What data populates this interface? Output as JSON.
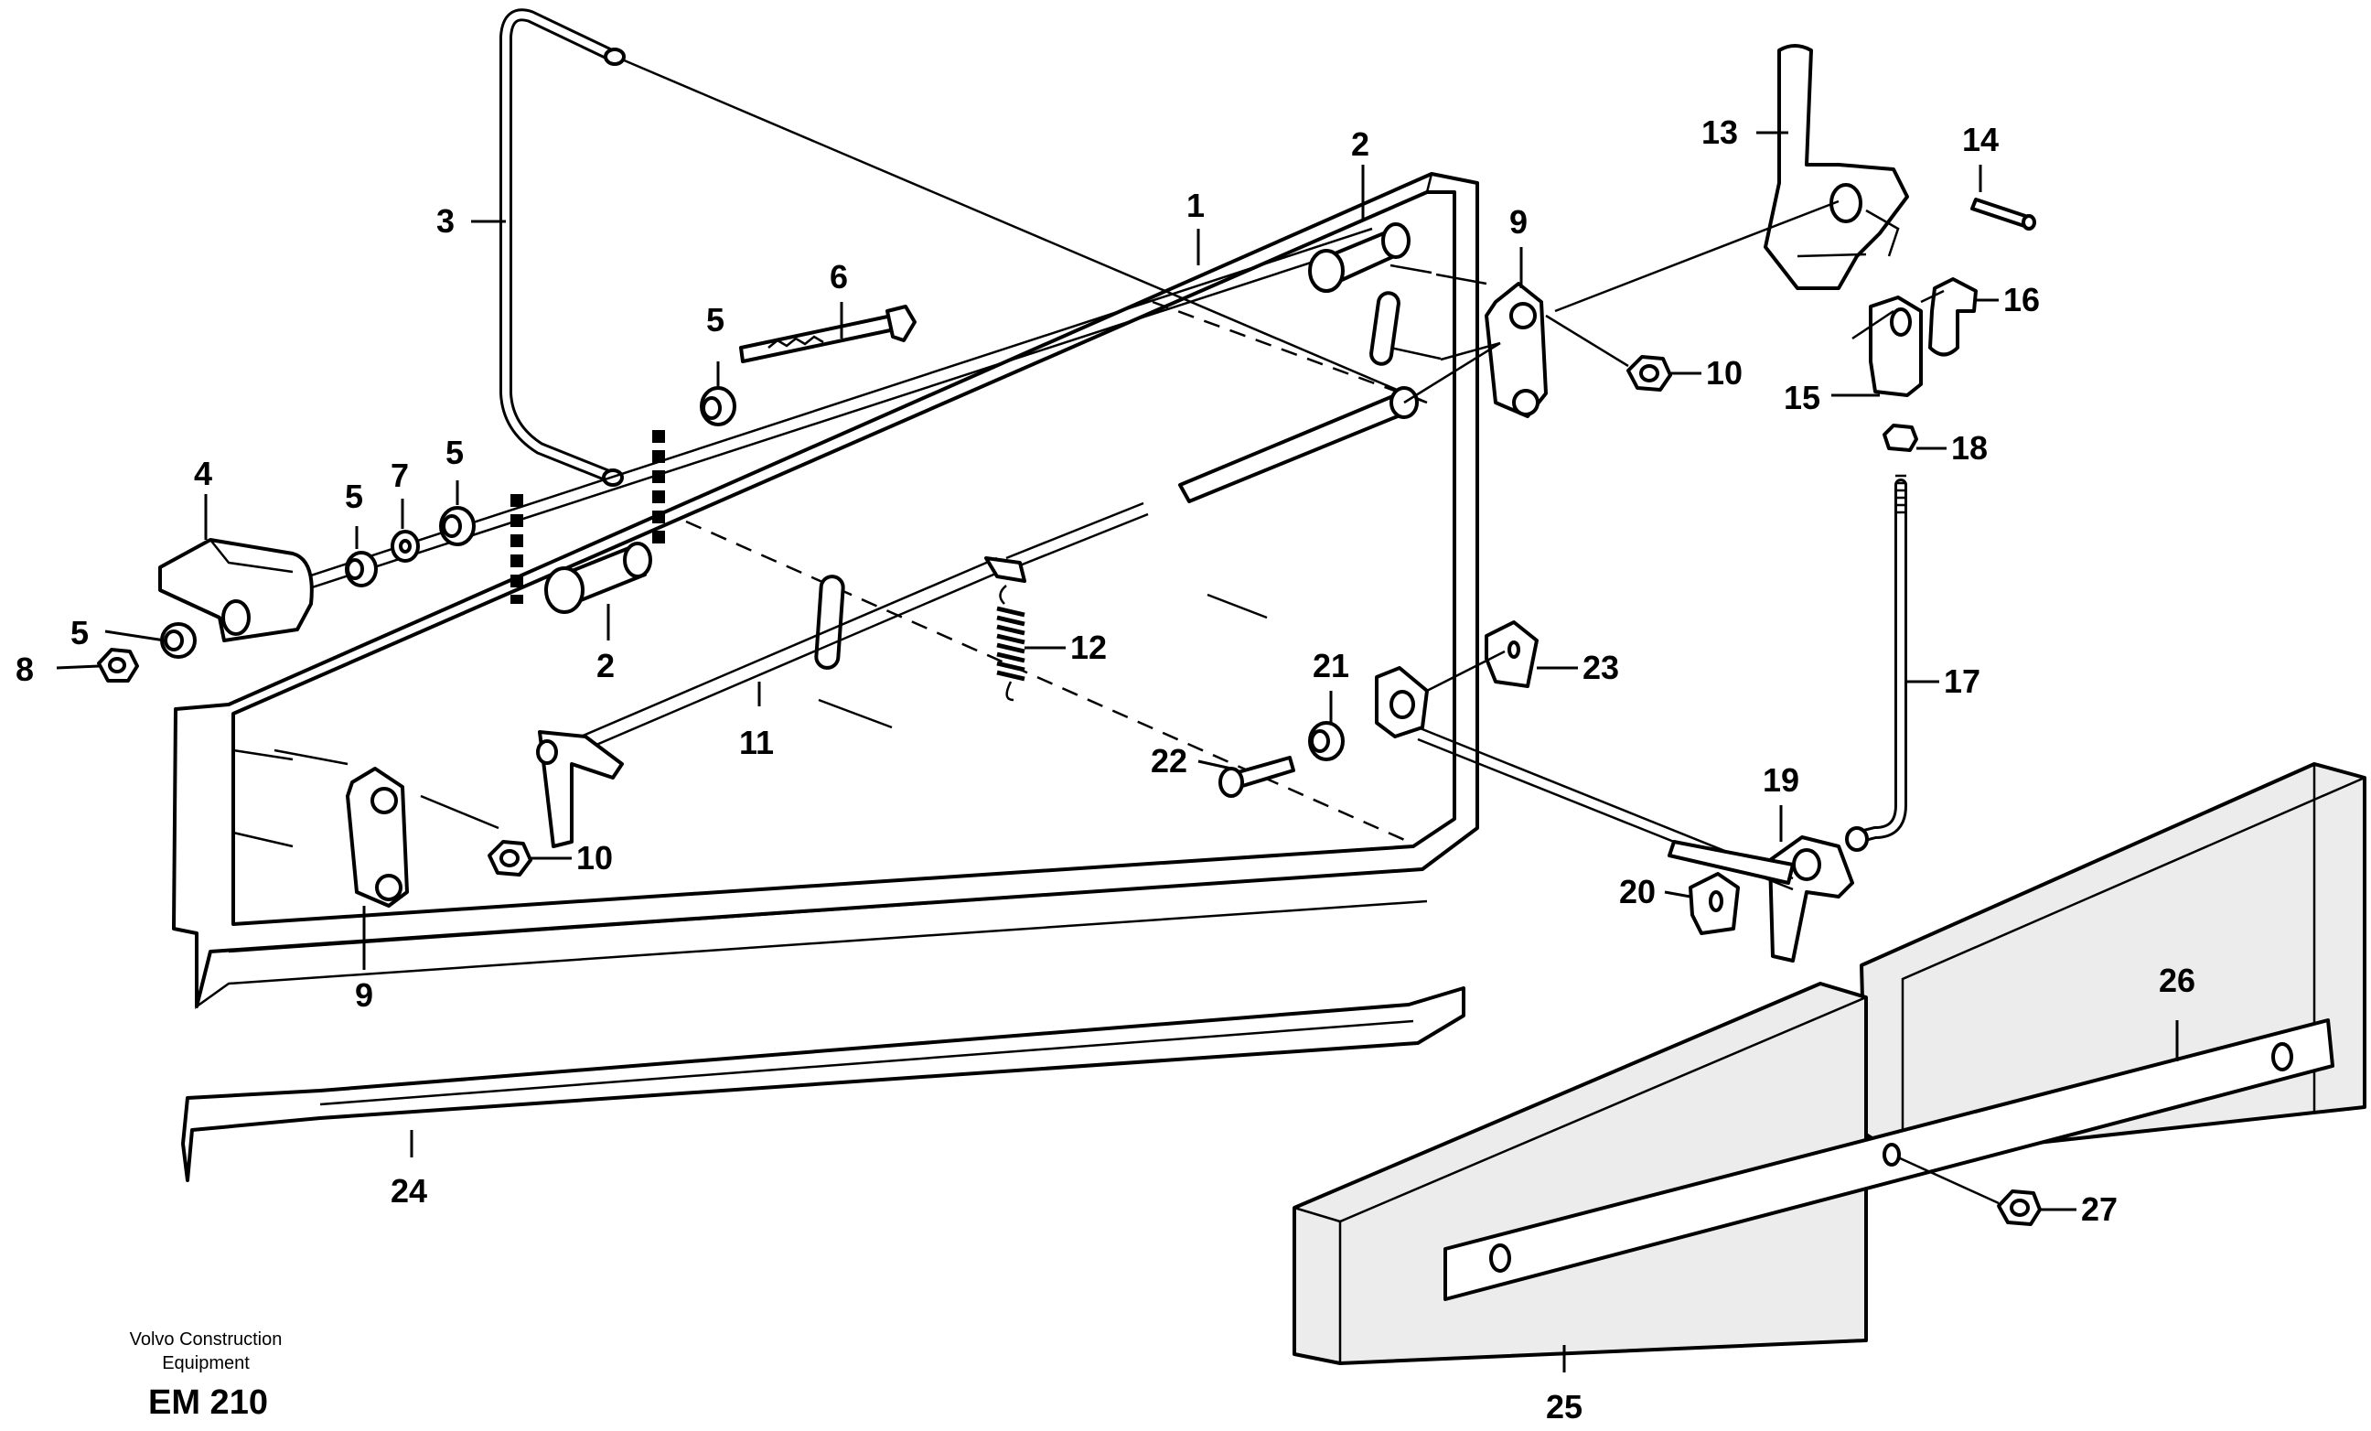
{
  "diagram": {
    "callouts": [
      {
        "id": "c1",
        "text": "1"
      },
      {
        "id": "c2a",
        "text": "2"
      },
      {
        "id": "c2b",
        "text": "2"
      },
      {
        "id": "c3",
        "text": "3"
      },
      {
        "id": "c4",
        "text": "4"
      },
      {
        "id": "c5a",
        "text": "5"
      },
      {
        "id": "c5b",
        "text": "5"
      },
      {
        "id": "c5c",
        "text": "5"
      },
      {
        "id": "c5d",
        "text": "5"
      },
      {
        "id": "c6",
        "text": "6"
      },
      {
        "id": "c7",
        "text": "7"
      },
      {
        "id": "c8",
        "text": "8"
      },
      {
        "id": "c9a",
        "text": "9"
      },
      {
        "id": "c9b",
        "text": "9"
      },
      {
        "id": "c10a",
        "text": "10"
      },
      {
        "id": "c10b",
        "text": "10"
      },
      {
        "id": "c11",
        "text": "11"
      },
      {
        "id": "c12",
        "text": "12"
      },
      {
        "id": "c13",
        "text": "13"
      },
      {
        "id": "c14",
        "text": "14"
      },
      {
        "id": "c15",
        "text": "15"
      },
      {
        "id": "c16",
        "text": "16"
      },
      {
        "id": "c17",
        "text": "17"
      },
      {
        "id": "c18",
        "text": "18"
      },
      {
        "id": "c19",
        "text": "19"
      },
      {
        "id": "c20",
        "text": "20"
      },
      {
        "id": "c21",
        "text": "21"
      },
      {
        "id": "c22",
        "text": "22"
      },
      {
        "id": "c23",
        "text": "23"
      },
      {
        "id": "c24",
        "text": "24"
      },
      {
        "id": "c25",
        "text": "25"
      },
      {
        "id": "c26",
        "text": "26"
      },
      {
        "id": "c27",
        "text": "27"
      }
    ]
  },
  "footer": {
    "company_line1": "Volvo Construction",
    "company_line2": "Equipment",
    "figure_code": "EM 210"
  }
}
